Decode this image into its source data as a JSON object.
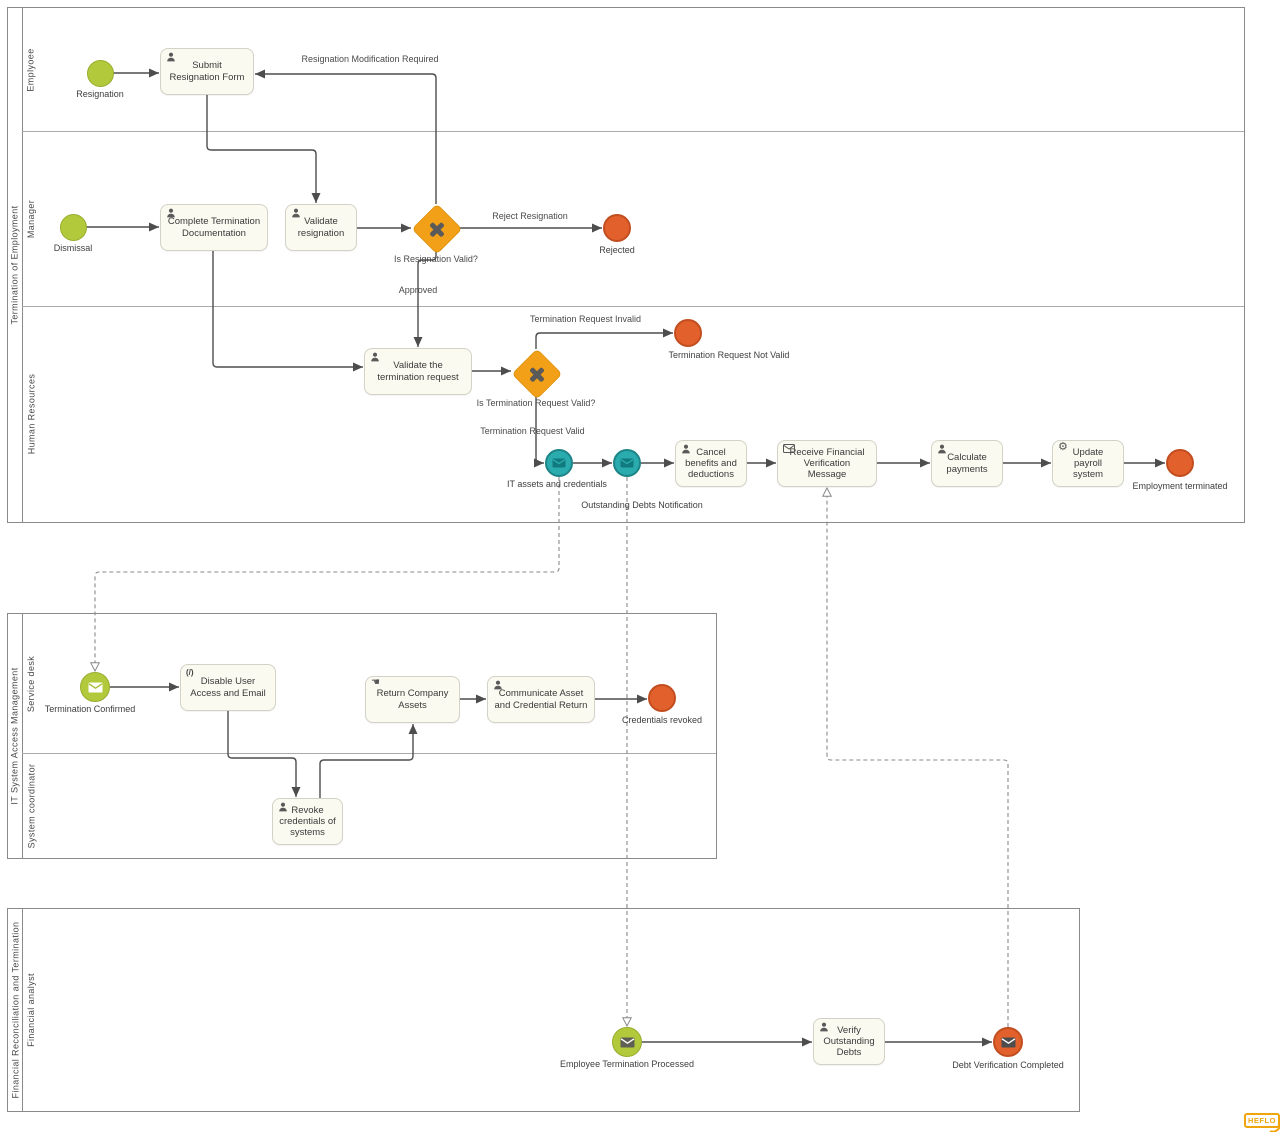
{
  "colors": {
    "start_event": "#b3c93c",
    "end_event": "#e2602c",
    "intermediate_message_event": "#2aabae",
    "gateway": "#f2a017",
    "task_fill": "#fbfaf0",
    "flow_line": "#4d4d4d",
    "logo_accent": "#f0a40c"
  },
  "icons": {
    "user-icon": "person silhouette",
    "gear-icon": "⚙",
    "manual-hand-icon": "☚",
    "script-icon": "(/)",
    "message-envelope-icon": "envelope"
  },
  "pools": [
    {
      "name": "Termination of Employment",
      "lanes": [
        {
          "name": "Emplyoee"
        },
        {
          "name": "Manager"
        },
        {
          "name": "Human Resources"
        }
      ]
    },
    {
      "name": "IT System Access Management",
      "lanes": [
        {
          "name": "Service desk"
        },
        {
          "name": "System coordinator"
        }
      ]
    },
    {
      "name": "Financial Reconciliation and Termination",
      "lanes": [
        {
          "name": "Financial analyst"
        }
      ]
    }
  ],
  "nodes": {
    "resignation": "Resignation",
    "submit_resignation_form": "Submit Resignation Form",
    "dismissal": "Dismissal",
    "complete_termination_documentation": "Complete Termination Documentation",
    "validate_resignation": "Validate resignation",
    "is_resignation_valid": "Is Resignation Valid?",
    "rejected": "Rejected",
    "validate_the_termination_request": "Validate the termination request",
    "is_termination_request_valid": "Is Termination Request Valid?",
    "termination_request_not_valid": "Termination Request Not Valid",
    "it_assets_and_credentials": "IT assets and credentials",
    "outstanding_debts_notification": "Outstanding Debts Notification",
    "cancel_benefits_and_deductions": "Cancel benefits and deductions",
    "receive_financial_verification_message": "Receive Financial Verification Message",
    "calculate_payments": "Calculate payments",
    "update_payroll_system": "Update payroll system",
    "employment_terminated": "Employment terminated",
    "termination_confirmed": "Termination Confirmed",
    "disable_user_access_and_email": "Disable User Access and Email",
    "return_company_assets": "Return Company Assets",
    "communicate_asset_and_credential_return": "Communicate Asset and Credential Return",
    "credentials_revoked": "Credentials revoked",
    "revoke_credentials_of_systems": "Revoke credentials of systems",
    "employee_termination_processed": "Employee Termination Processed",
    "verify_outstanding_debts": "Verify Outstanding Debts",
    "debt_verification_completed": "Debt Verification Completed"
  },
  "flow_labels": {
    "resignation_modification_required": "Resignation Modification Required",
    "reject_resignation": "Reject Resignation",
    "approved": "Approved",
    "termination_request_invalid": "Termination Request Invalid",
    "termination_request_valid": "Termination Request Valid"
  },
  "task_icons": {
    "script_glyph": "(/)",
    "gear_glyph": "⚙",
    "hand_glyph": "☚"
  },
  "branding": {
    "logo_text": "HEFLO"
  }
}
